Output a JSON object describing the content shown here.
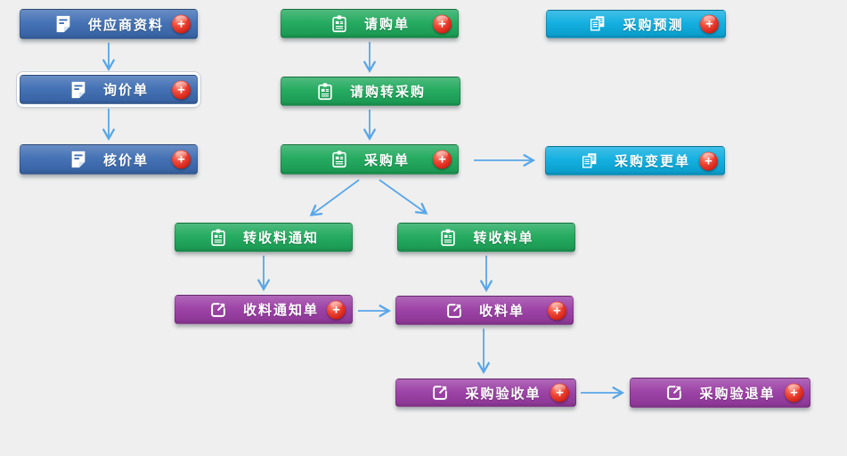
{
  "colors": {
    "bg": "#efefef",
    "blue": "#3e6db3",
    "green": "#1ea85b",
    "cyan": "#0caddf",
    "purple": "#9a3da4",
    "badge": "#d6281c",
    "arrow": "#58a6ea",
    "text": "#ffffff"
  },
  "badge": {
    "symbol": "+"
  },
  "nodes": [
    {
      "label": "供应商资料",
      "type": "blue",
      "icon": "note-icon",
      "badge": true
    },
    {
      "label": "询价单",
      "type": "blue",
      "icon": "note-icon",
      "badge": true
    },
    {
      "label": "核价单",
      "type": "blue",
      "icon": "note-icon",
      "badge": true
    },
    {
      "label": "请购单",
      "type": "green",
      "icon": "clipboard-icon",
      "badge": true
    },
    {
      "label": "请购转采购",
      "type": "green",
      "icon": "clipboard-icon",
      "badge": false
    },
    {
      "label": "采购单",
      "type": "green",
      "icon": "clipboard-icon",
      "badge": true
    },
    {
      "label": "采购预测",
      "type": "cyan",
      "icon": "copy-icon",
      "badge": true
    },
    {
      "label": "采购变更单",
      "type": "cyan",
      "icon": "copy-icon",
      "badge": true
    },
    {
      "label": "转收料通知",
      "type": "green",
      "icon": "clipboard-icon",
      "badge": false
    },
    {
      "label": "转收料单",
      "type": "green",
      "icon": "clipboard-icon",
      "badge": false
    },
    {
      "label": "收料通知单",
      "type": "purple",
      "icon": "export-icon",
      "badge": true
    },
    {
      "label": "收料单",
      "type": "purple",
      "icon": "export-icon",
      "badge": true
    },
    {
      "label": "采购验收单",
      "type": "purple",
      "icon": "export-icon",
      "badge": true
    },
    {
      "label": "采购验退单",
      "type": "purple",
      "icon": "export-icon",
      "badge": true
    }
  ]
}
